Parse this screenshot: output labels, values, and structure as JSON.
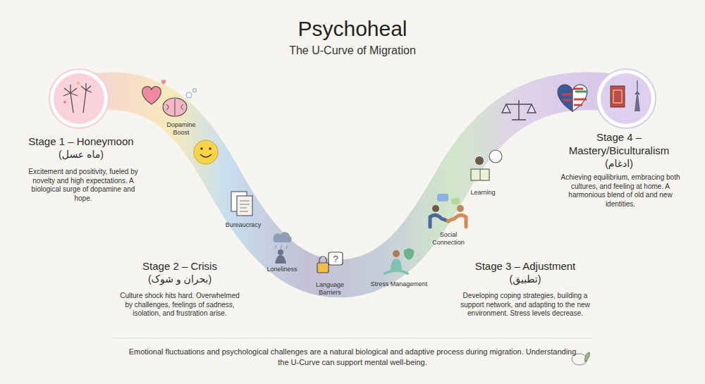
{
  "diagram": {
    "title": "Psychoheal",
    "caption": "Emotional fluctuations and psychological challenges are a natural biological and adaptive process during migration. Understanding the U-Curve can support mental well-being.",
    "labels": [
      "The U-Curve of Migration",
      "Stage 1 – Honeymoon",
      "(ماه عسل)",
      "Excitement and positivity, fueled by novelty and high expectations. A biological surge of dopamine and hope.",
      "Dopamine Boost",
      "Bureaucracy",
      "Loneliness",
      "Language Barriers",
      "Stage 2 – Crisis",
      "(بحران و شوک)",
      "Culture shock hits hard. Overwhelmed by challenges, feelings of sadness, isolation, and frustration arise.",
      "Stress Management",
      "Social Connection",
      "Learning",
      "Stage 3 – Adjustment",
      "(تطبیق)",
      "Developing coping strategies, building a support network, and adapting to the new environment. Stress levels decrease.",
      "Stage 4 – Mastery/Biculturalism",
      "(ادغام)",
      "Achieving equilibrium, embracing both cultures, and feeling at home. A harmonious blend of old and new identities."
    ]
  }
}
